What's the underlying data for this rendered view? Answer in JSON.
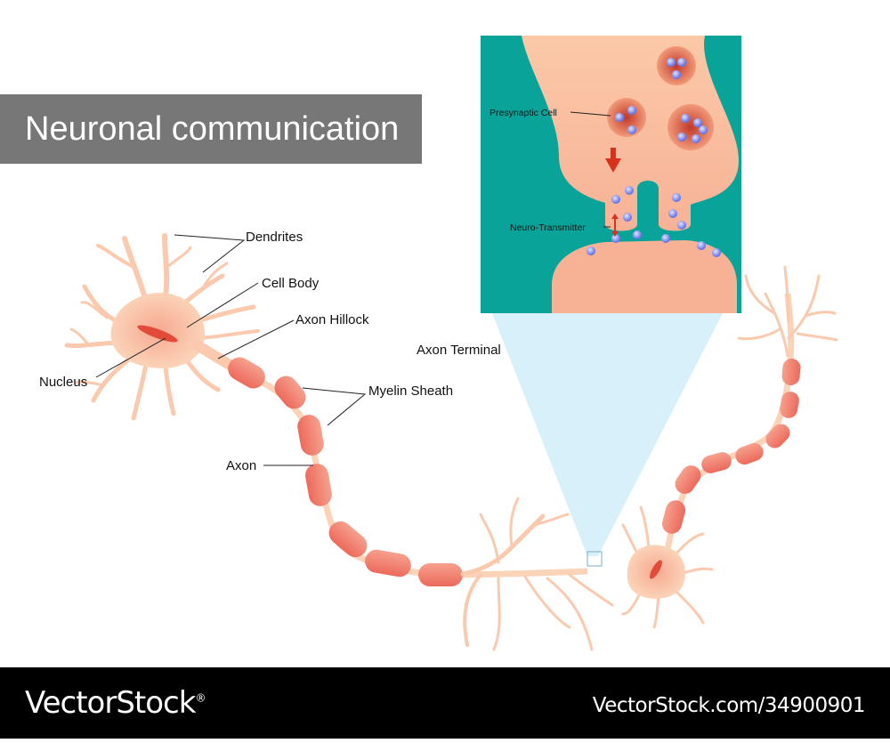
{
  "title": "Neuronal communication",
  "labels": {
    "dendrites": "Dendrites",
    "cell_body": "Cell Body",
    "axon_hillock": "Axon Hillock",
    "nucleus": "Nucleus",
    "myelin_sheath": "Myelin Sheath",
    "axon": "Axon",
    "axon_terminal": "Axon Terminal",
    "presynaptic_cell": "Presynaptic Cell",
    "neuro_transmitter": "Neuro-Transmitter"
  },
  "footer": {
    "brand": "VectorStock",
    "registered": "®",
    "stock_id": "VectorStock.com/34900901"
  },
  "colors": {
    "title_bg": "#777777",
    "inset_bg": "#0aa39a",
    "cell_fill": "#f9c7a8",
    "myelin": "#f07a6a",
    "arrow": "#d8311e",
    "vesicle_dot": "#7f8ef0"
  },
  "icons": [
    "down-arrow-icon",
    "double-arrow-icon"
  ]
}
